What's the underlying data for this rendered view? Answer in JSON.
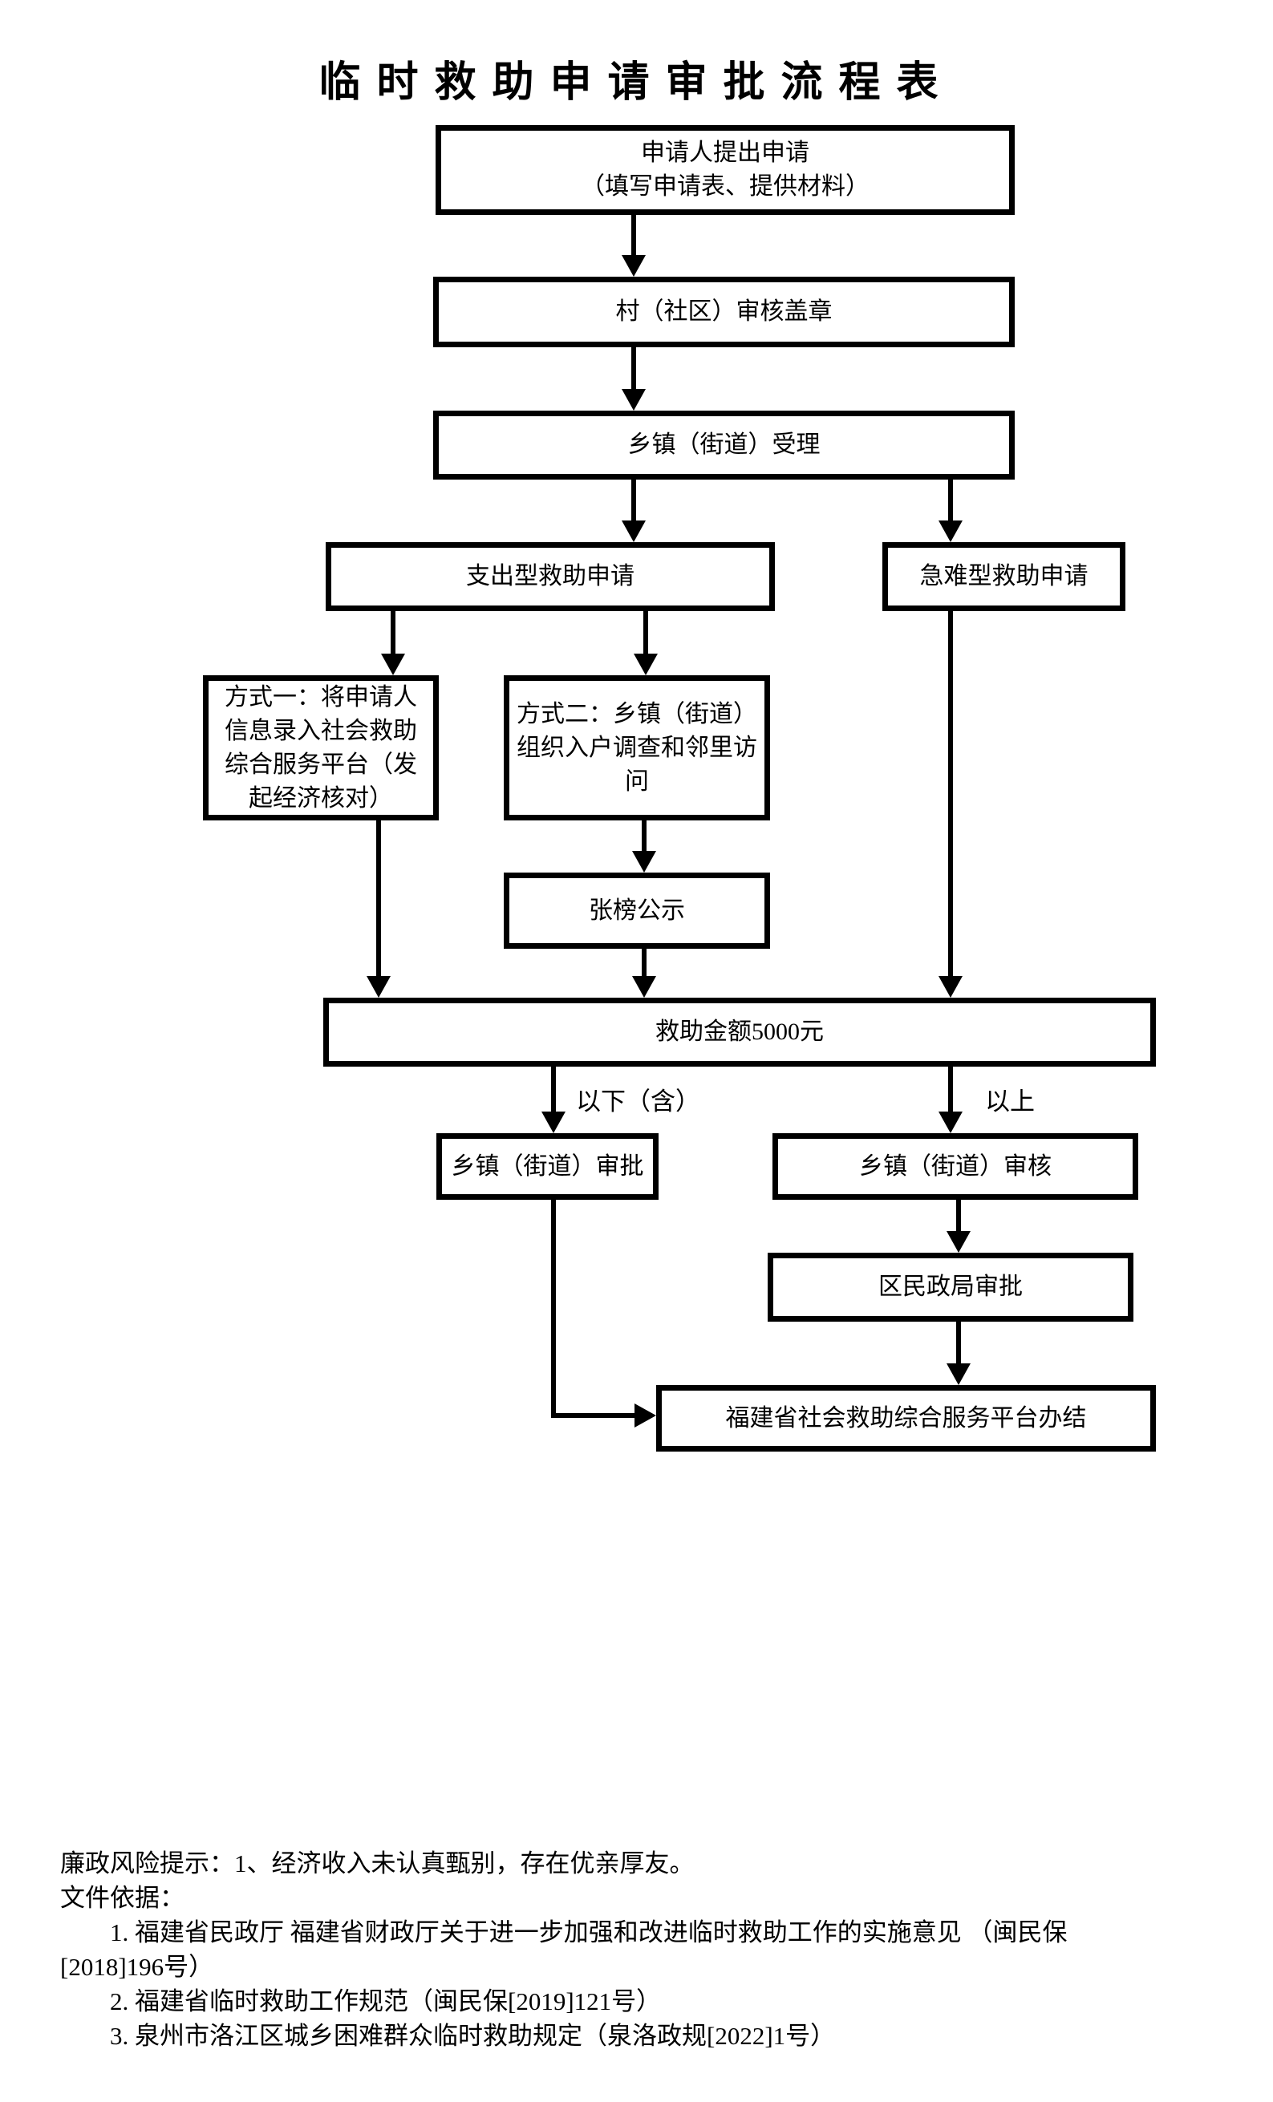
{
  "title": "临时救助申请审批流程表",
  "nodes": {
    "applicant": "申请人提出申请\n（填写申请表、提供材料）",
    "village": "村（社区）审核盖章",
    "township_accept": "乡镇（街道）受理",
    "expense_type": "支出型救助申请",
    "urgent_type": "急难型救助申请",
    "method1": "方式一：将申请人\n信息录入社会救助\n综合服务平台（发\n起经济核对）",
    "method2": "方式二：乡镇（街道）\n组织入户调查和邻里访\n问",
    "publicity": "张榜公示",
    "amount": "救助金额5000元",
    "township_approve": "乡镇（街道）审批",
    "township_review": "乡镇（街道）审核",
    "district_approve": "区民政局审批",
    "platform_close": "福建省社会救助综合服务平台办结"
  },
  "labels": {
    "below_inclusive": "以下（含）",
    "above": "以上"
  },
  "notes": {
    "lines": [
      "廉政风险提示：1、经济收入未认真甄别，存在优亲厚友。",
      "文件依据：",
      "1. 福建省民政厅 福建省财政厅关于进一步加强和改进临时救助工作的实施意见 （闽民保",
      "[2018]196号）",
      "2. 福建省临时救助工作规范（闽民保[2019]121号）",
      "3. 泉州市洛江区城乡困难群众临时救助规定（泉洛政规[2022]1号）"
    ]
  },
  "colors": {
    "ink": "#000000",
    "background": "#ffffff"
  }
}
